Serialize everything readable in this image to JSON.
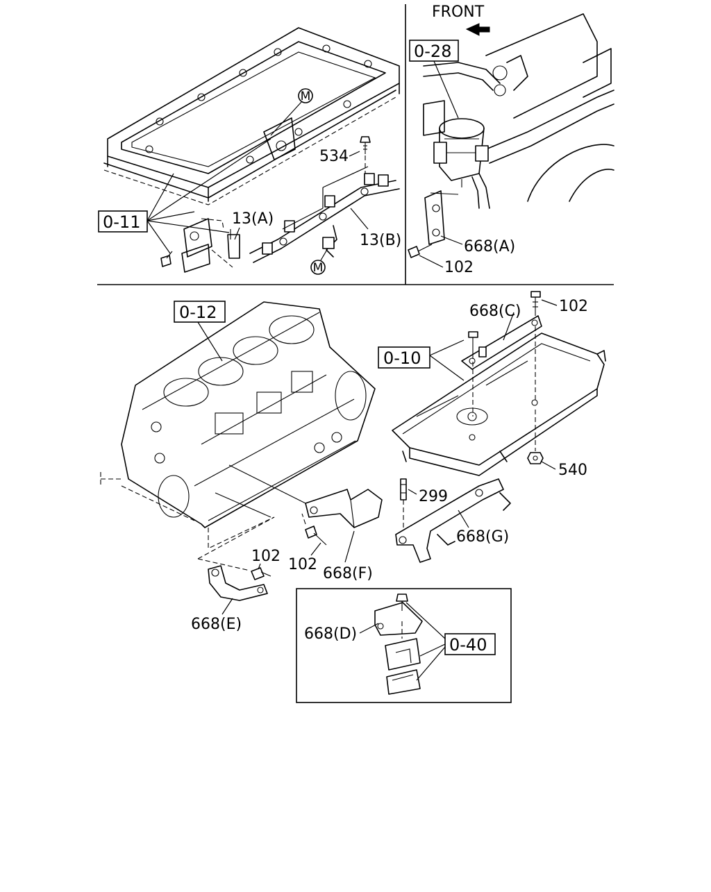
{
  "labels": {
    "front": "FRONT",
    "ref_0_28": "0-28",
    "ref_0_11": "0-11",
    "ref_0_12": "0-12",
    "ref_0_10": "0-10",
    "ref_0_40": "0-40",
    "marker_m_top": "M",
    "marker_m_bottom": "M",
    "p534": "534",
    "p13a": "13(A)",
    "p13b": "13(B)",
    "p668a": "668(A)",
    "p102_top": "102",
    "p668c": "668(C)",
    "p102_right": "102",
    "p540": "540",
    "p299": "299",
    "p668g": "668(G)",
    "p102_mid": "102",
    "p668f": "668(F)",
    "p102_left": "102",
    "p668e": "668(E)",
    "p668d": "668(D)"
  },
  "icons": {
    "front_arrow": "arrow-left-icon",
    "marker_circle": "circle-letter-icon"
  }
}
